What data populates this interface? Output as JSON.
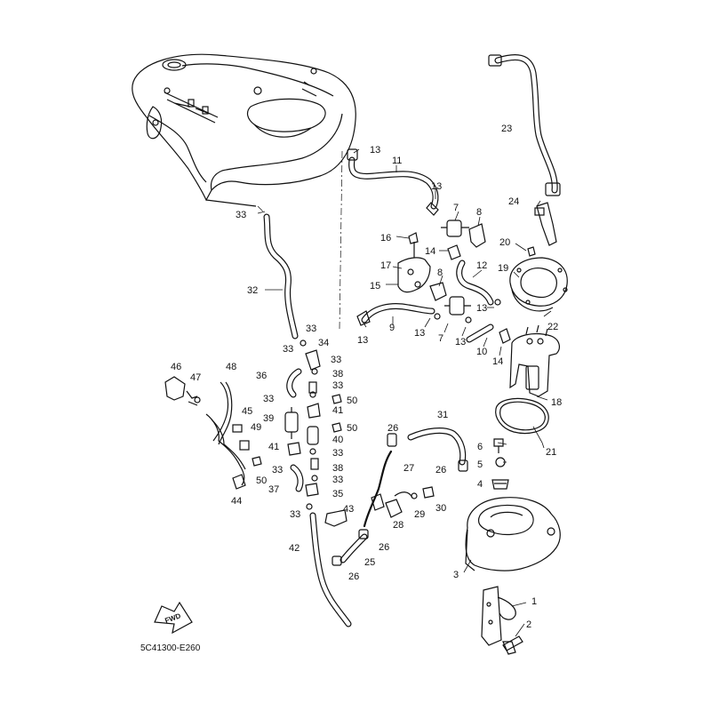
{
  "diagram": {
    "code": "5C41300-E260",
    "fwd_label": "FWD",
    "labels": {
      "l1": "1",
      "l2": "2",
      "l3": "3",
      "l4": "4",
      "l5": "5",
      "l6": "6",
      "l7a": "7",
      "l7b": "7",
      "l8a": "8",
      "l8b": "8",
      "l9": "9",
      "l10": "10",
      "l11": "11",
      "l12": "12",
      "l13a": "13",
      "l13b": "13",
      "l13c": "13",
      "l13d": "13",
      "l13e": "13",
      "l13f": "13",
      "l14a": "14",
      "l14b": "14",
      "l15": "15",
      "l16": "16",
      "l17": "17",
      "l18": "18",
      "l19": "19",
      "l20": "20",
      "l21": "21",
      "l22": "22",
      "l23": "23",
      "l24": "24",
      "l25": "25",
      "l26a": "26",
      "l26b": "26",
      "l26c": "26",
      "l26d": "26",
      "l27": "27",
      "l28": "28",
      "l29": "29",
      "l30": "30",
      "l31": "31",
      "l32": "32",
      "l33a": "33",
      "l33b": "33",
      "l33c": "33",
      "l33d": "33",
      "l33e": "33",
      "l33f": "33",
      "l33g": "33",
      "l33h": "33",
      "l33i": "33",
      "l33j": "33",
      "l34": "34",
      "l35": "35",
      "l36": "36",
      "l37": "37",
      "l38a": "38",
      "l38b": "38",
      "l39": "39",
      "l40": "40",
      "l41a": "41",
      "l41b": "41",
      "l42": "42",
      "l43": "43",
      "l44": "44",
      "l45": "45",
      "l46": "46",
      "l47": "47",
      "l48": "48",
      "l49": "49",
      "l50a": "50",
      "l50b": "50",
      "l50c": "50"
    }
  }
}
